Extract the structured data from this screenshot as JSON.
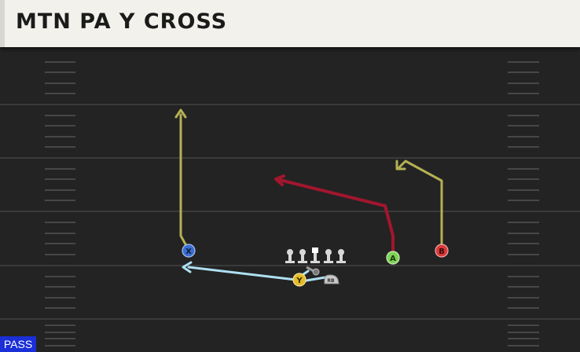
{
  "play": {
    "title": "MTN PA Y CROSS",
    "type_badge": "PASS"
  },
  "players": {
    "x": "X",
    "y": "Y",
    "a": "A",
    "b": "B",
    "rb": "RB"
  },
  "colors": {
    "field": "#232323",
    "yard_line": "#3a3a3a",
    "hash": "#474747",
    "route_olive": "#b4b054",
    "route_red": "#a2162e",
    "route_light_blue": "#aee0f2",
    "x_icon": "#3b6fd1",
    "y_icon": "#e6bb2a",
    "a_icon": "#7fd256",
    "b_icon": "#d83a3a",
    "badge": "#1a2fd6"
  },
  "icons": [
    "x-receiver-icon",
    "y-receiver-icon",
    "a-receiver-icon",
    "b-receiver-icon",
    "running-back-icon",
    "offensive-lineman-icon",
    "center-icon",
    "arrowhead-icon"
  ]
}
